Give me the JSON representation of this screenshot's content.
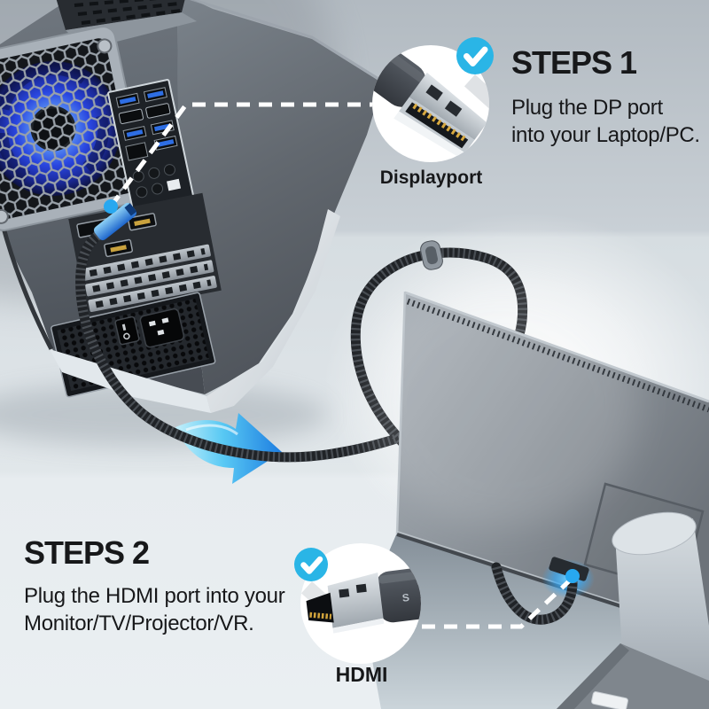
{
  "image_alt": "DisplayPort to HDMI cable connection guide",
  "steps": {
    "step1": {
      "title": "STEPS 1",
      "instruction_line1": "Plug the DP port",
      "instruction_line2": "into your Laptop/PC.",
      "connector_label": "Displayport"
    },
    "step2": {
      "title": "STEPS 2",
      "instruction_line1": "Plug the HDMI port into your",
      "instruction_line2": "Monitor/TV/Projector/VR.",
      "connector_label": "HDMI"
    }
  },
  "brand": {
    "logo": "S"
  },
  "colors": {
    "check_circle": "#2AB5E6",
    "callout_dot": "#28A8F0",
    "arrow_start": "#C8F3FD",
    "arrow_end": "#1276E0",
    "fan_glow": "#2946E0",
    "text": "#17181A",
    "background_top": "#B2BAC1",
    "background_bottom": "#EAEFF2"
  },
  "scene": {
    "objects": [
      "pc-tower",
      "braided-cable",
      "flow-arrow",
      "monitor",
      "monitor-stand"
    ]
  }
}
